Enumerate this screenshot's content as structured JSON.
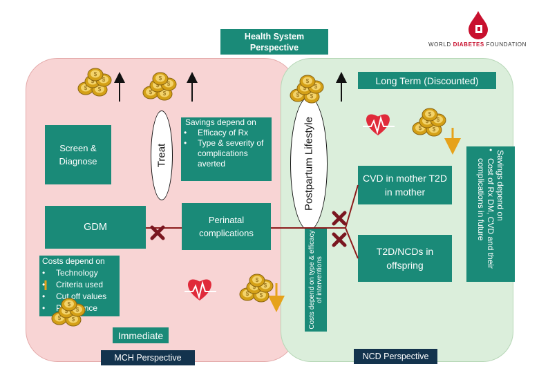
{
  "header": {
    "title": "Health System Perspective"
  },
  "logo": {
    "text_prefix": "WORLD ",
    "text_highlight": "DIABETES",
    "text_suffix": " FOUNDATION"
  },
  "left": {
    "screen_diagnose": "Screen & Diagnose",
    "treat": "Treat",
    "savings": {
      "intro": "Savings depend on",
      "items": [
        "Efficacy of Rx",
        "Type & severity of complications averted"
      ]
    },
    "gdm": "GDM",
    "perinatal": "Perinatal complications",
    "costs": {
      "intro": "Costs depend on",
      "items": [
        "Technology",
        "Criteria used",
        "Cut off values",
        "Prevalence"
      ]
    },
    "immediate": "Immediate",
    "mch": "MCH Perspective"
  },
  "right": {
    "long_term": "Long Term (Discounted)",
    "postpartum": "Postpartum Lifestyle",
    "costs_vertical": "Costs depend on type & efficacy of interventions",
    "cvd": "CVD in mother T2D in mother",
    "t2d_offspring": "T2D/NCDs in offspring",
    "savings_vertical": {
      "intro": "Savings depend on",
      "item": "Cost of Rx DM, CVD and their complications in future"
    },
    "ncd": "NCD Perspective"
  },
  "colors": {
    "teal": "#1a8a78",
    "navy": "#13334d",
    "pink_panel": "#f8d4d4",
    "green_panel": "#dbeedb",
    "x_mark": "#7a1620",
    "brand_red": "#c8102e",
    "coin_gold": "#d4a017"
  },
  "icons": [
    "coin-stack-icon",
    "heart-ecg-icon",
    "up-arrow-icon",
    "down-arrow-icon",
    "x-mark-icon",
    "blood-drop-logo-icon"
  ]
}
